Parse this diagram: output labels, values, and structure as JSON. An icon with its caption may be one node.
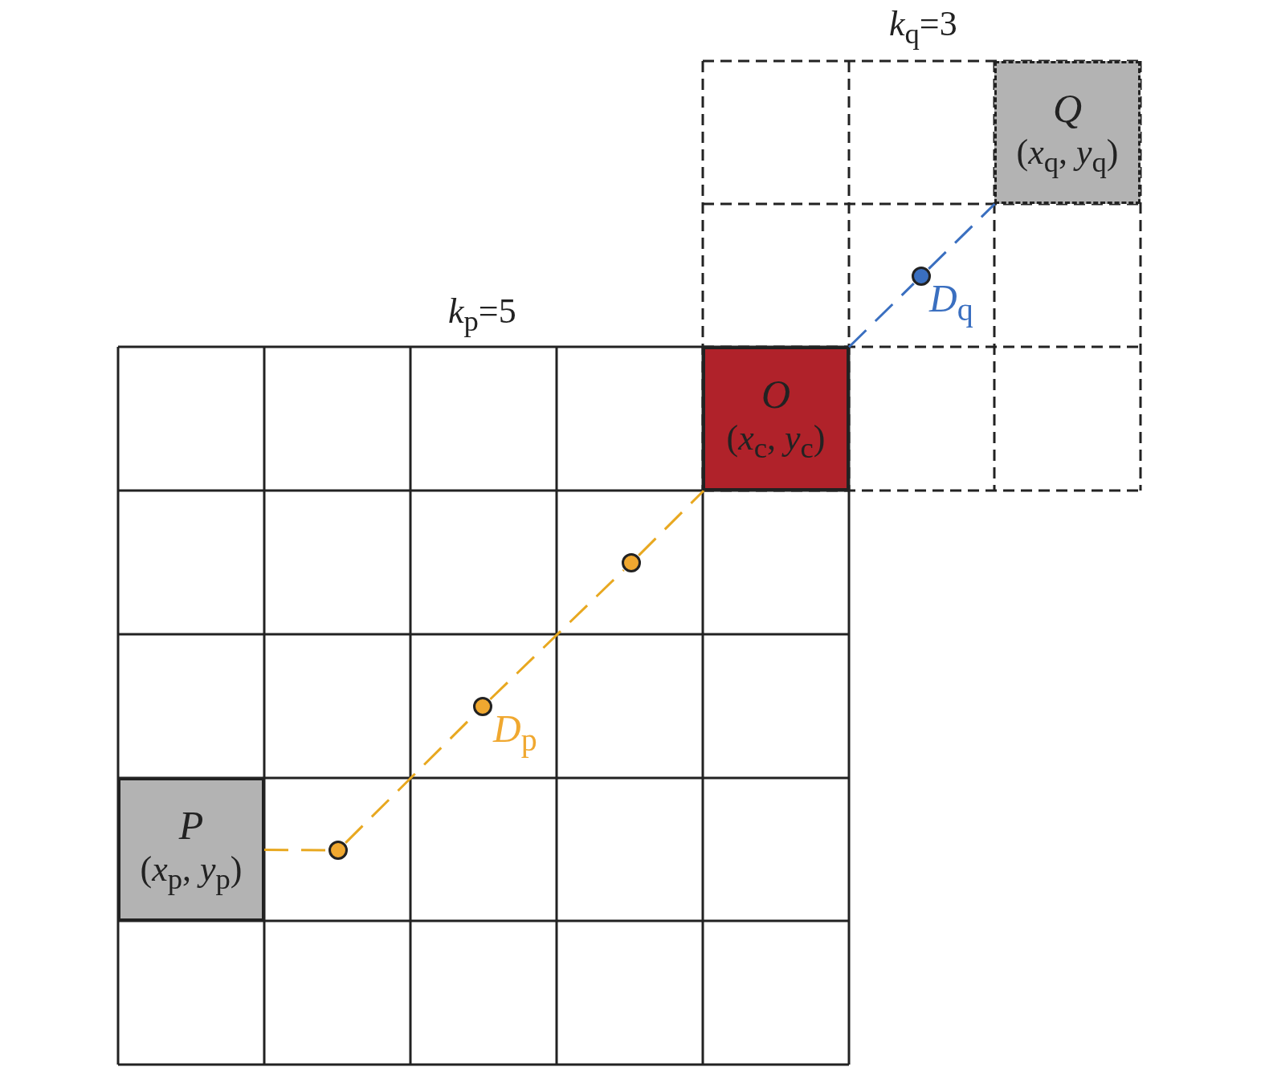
{
  "diagram": {
    "nodes": [
      {
        "text": [
          "*Q*",
          "(*x*$_{q}$, *y*$_{q}$)"
        ]
      },
      {
        "text": [],
        "shape": "circle",
        "beside": [
          "*D*$_{q}$"
        ]
      },
      {
        "text": [
          "*O*",
          "(*x*$_{c}$, *y*$_{c}$)"
        ]
      },
      {
        "text": [],
        "shape": "circle"
      },
      {
        "text": [],
        "shape": "circle",
        "beside": [
          "*D*$_{p}$"
        ]
      },
      {
        "text": [],
        "shape": "circle"
      },
      {
        "text": [
          "*P*",
          "(*x*$_{p}$, *y*$_{p}$)"
        ]
      }
    ],
    "edges": [
      {
        "from": 6,
        "to": 5,
        "arrow": "none",
        "style": "dashed"
      },
      {
        "from": 5,
        "to": 4,
        "arrow": "none",
        "style": "dashed"
      },
      {
        "from": 4,
        "to": 3,
        "arrow": "none",
        "style": "dashed"
      },
      {
        "from": 3,
        "to": 2,
        "arrow": "none",
        "style": "dashed"
      },
      {
        "from": 2,
        "to": 1,
        "arrow": "none",
        "style": "dashed",
        "color": "#3a6fc0"
      },
      {
        "from": 1,
        "to": 0,
        "arrow": "none",
        "style": "dashed",
        "color": "#3a6fc0"
      }
    ],
    "labels": [
      "*k*$_{q}$=3",
      "*k*$_{p}$=5"
    ]
  }
}
